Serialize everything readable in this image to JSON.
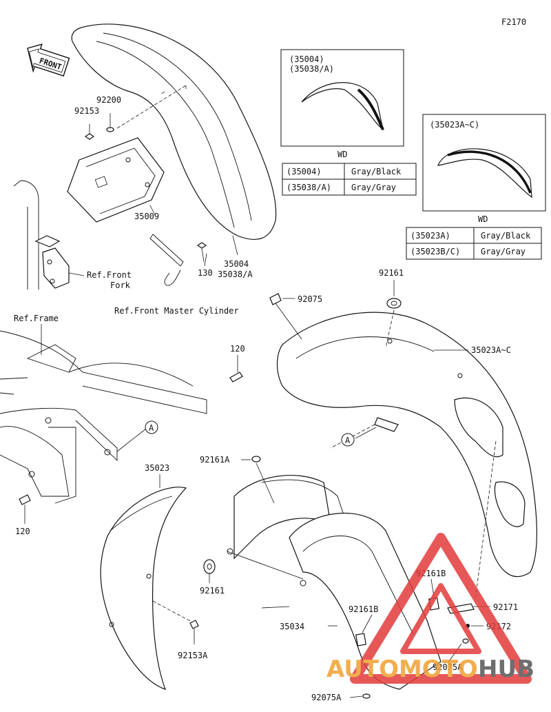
{
  "figure_code": "F2170",
  "front_badge": "FRONT",
  "inset_front_fender": {
    "codes": [
      "(35004)",
      "(35038/A)"
    ],
    "caption": "WD",
    "table": [
      {
        "part": "(35004)",
        "color": "Gray/Black"
      },
      {
        "part": "(35038/A)",
        "color": "Gray/Gray"
      }
    ]
  },
  "inset_rear_fender": {
    "code": "(35023A~C)",
    "caption": "WD",
    "table": [
      {
        "part": "(35023A)",
        "color": "Gray/Black"
      },
      {
        "part": "(35023B/C)",
        "color": "Gray/Gray"
      }
    ]
  },
  "labels": {
    "p92200": "92200",
    "p92153": "92153",
    "p35009": "35009",
    "p130": "130",
    "p35004": "35004",
    "p35038A": "35038/A",
    "ref_front_fork_1": "Ref.Front",
    "ref_front_fork_2": "Fork",
    "ref_master_cyl": "Ref.Front Master Cylinder",
    "p92075": "92075",
    "p92161_top": "92161",
    "ref_frame": "Ref.Frame",
    "p120_top": "120",
    "p35023AC": "35023A~C",
    "callout_a": "A",
    "p92161A": "92161A",
    "p35023": "35023",
    "p120_bottom": "120",
    "p92161_mid": "92161",
    "p92161B_right": "92161B",
    "p92171": "92171",
    "p92161B_left": "92161B",
    "p92172": "92172",
    "p35034": "35034",
    "p92153A": "92153A",
    "p92075A_right": "92075A",
    "p92075A_bottom": "92075A"
  },
  "watermark": {
    "part1": "AUTOMOTO",
    "part2": "HUB",
    "color_red": "#e23b3b",
    "color_orange": "#f0a030",
    "color_gray": "#555555"
  }
}
